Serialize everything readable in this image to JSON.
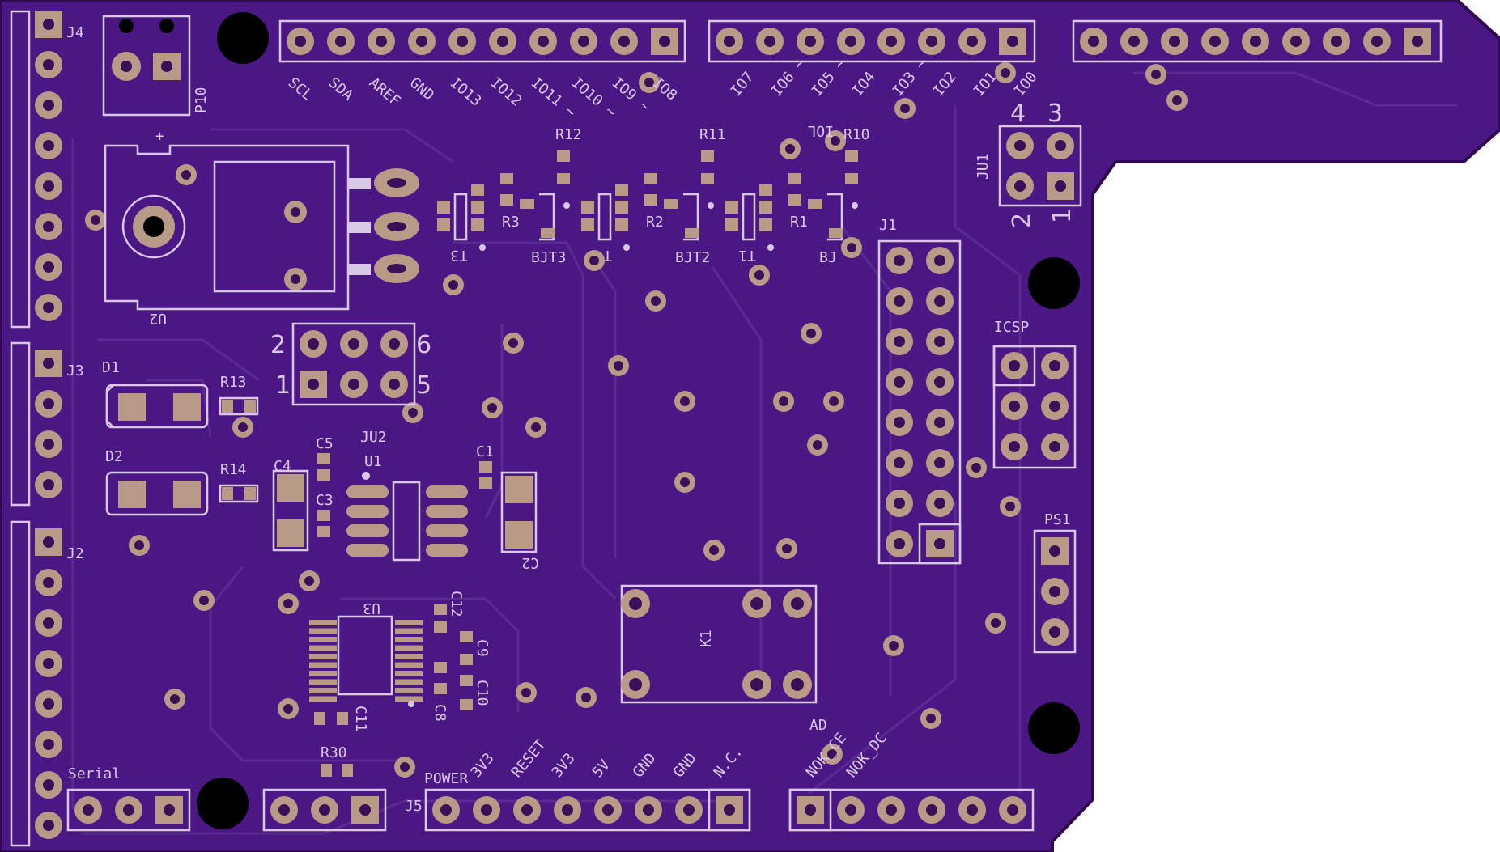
{
  "colors": {
    "board": "#4b1785",
    "board_dark": "#3a1060",
    "silkscreen": "#d9c9e6",
    "copper": "#b89a86",
    "hole": "#000000"
  },
  "headers": {
    "top_left_labels": [
      "SCL",
      "SDA",
      "AREF",
      "GND",
      "IO13",
      "IO12",
      "IO11 ~",
      "IO10 ~",
      "IO9 ~",
      "IO8"
    ],
    "top_mid_labels": [
      "IO7",
      "IO6 ~",
      "IO5 ~",
      "IO4",
      "IO3 ~",
      "IO2",
      "IO1",
      "IO0"
    ],
    "power_labels": [
      "3V3",
      "RESET",
      "3V3",
      "5V",
      "GND",
      "GND",
      "N.C."
    ],
    "ad_labels": [
      "NOK_CE",
      "NOK_DC"
    ]
  },
  "designators": {
    "j4": "J4",
    "p10": "P10",
    "u2": "U2",
    "j3": "J3",
    "j2": "J2",
    "d1": "D1",
    "d2": "D2",
    "r13": "R13",
    "r14": "R14",
    "ju2": "JU2",
    "ju2_n1": "1",
    "ju2_n2": "2",
    "ju2_n5": "5",
    "ju2_n6": "6",
    "u1": "U1",
    "c1": "C1",
    "c2": "C2",
    "c3": "C3",
    "c4": "C4",
    "c5": "C5",
    "r12": "R12",
    "r11": "R11",
    "r10": "R10",
    "r3": "R3",
    "r2": "R2",
    "r1": "R1",
    "t3": "T3",
    "t2": "T",
    "t1": "T1",
    "bjt3": "BJT3",
    "bjt2": "BJT2",
    "bjt1": "BJ",
    "iol": "IOL",
    "j1": "J1",
    "ju1": "JU1",
    "ju1_n1": "1",
    "ju1_n2": "2",
    "ju1_n3": "3",
    "ju1_n4": "4",
    "icsp": "ICSP",
    "ps1": "PS1",
    "u3": "U3",
    "c8": "C8",
    "c9": "C9",
    "c10": "C10",
    "c11": "C11",
    "c12": "C12",
    "k1": "K1",
    "ad": "AD",
    "r30": "R30",
    "serial": "Serial",
    "power": "POWER",
    "j5": "J5",
    "plus": "+"
  }
}
